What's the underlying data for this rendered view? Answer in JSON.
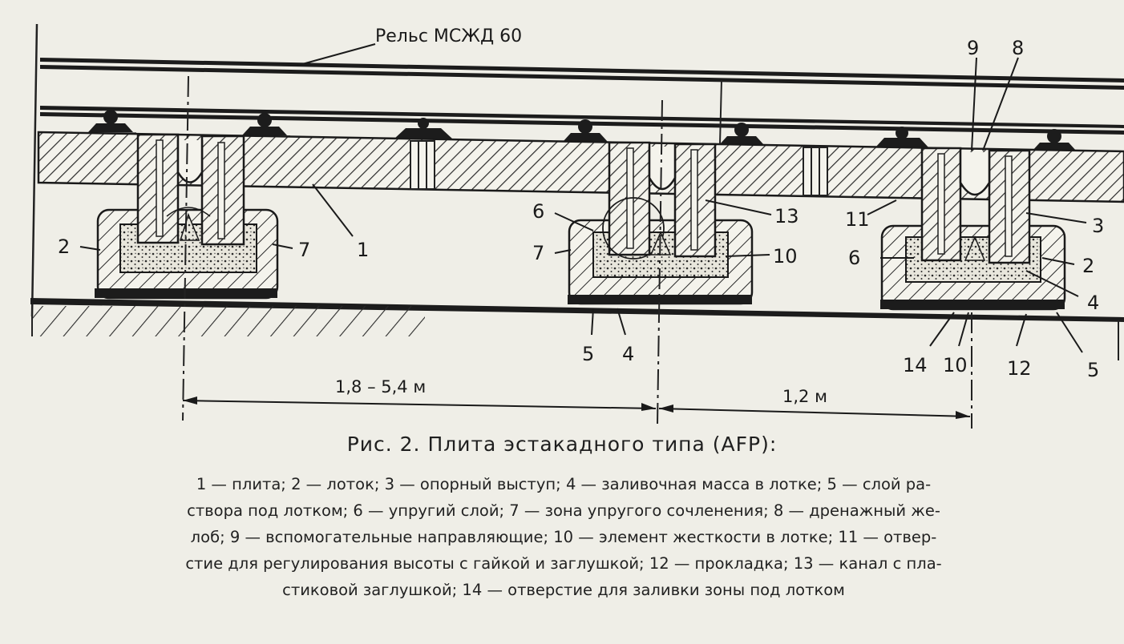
{
  "diagram": {
    "rail_label": "Рельс МСЖД 60",
    "dimensions": {
      "span": "1,8 – 5,4 м",
      "gap": "1,2 м"
    },
    "callouts": {
      "c1": "1",
      "c2_left": "2",
      "c7_left": "7",
      "c6_mid": "6",
      "c7_mid": "7",
      "c13": "13",
      "c10_mid": "10",
      "c5_mid": "5",
      "c4_mid": "4",
      "c9": "9",
      "c8": "8",
      "c11": "11",
      "c3": "3",
      "c6_right": "6",
      "c2_right": "2",
      "c4_right": "4",
      "c14": "14",
      "c10_right": "10",
      "c12": "12",
      "c5_right": "5"
    }
  },
  "caption": {
    "title": "Рис. 2. Плита эстакадного типа (AFP):",
    "lines": [
      "1 — плита; 2 — лоток; 3 — опорный выступ; 4 — заливочная масса в лотке; 5 — слой ра-",
      "створа под лотком; 6 — упругий слой; 7 — зона упругого сочленения; 8 — дренажный же-",
      "лоб; 9 — вспомогательные направляющие; 10 — элемент жесткости в лотке; 11 — отвер-",
      "стие для регулирования высоты с гайкой и заглушкой; 12 — прокладка; 13 — канал с пла-",
      "стиковой заглушкой; 14 — отверстие для заливки зоны под лотком"
    ]
  }
}
